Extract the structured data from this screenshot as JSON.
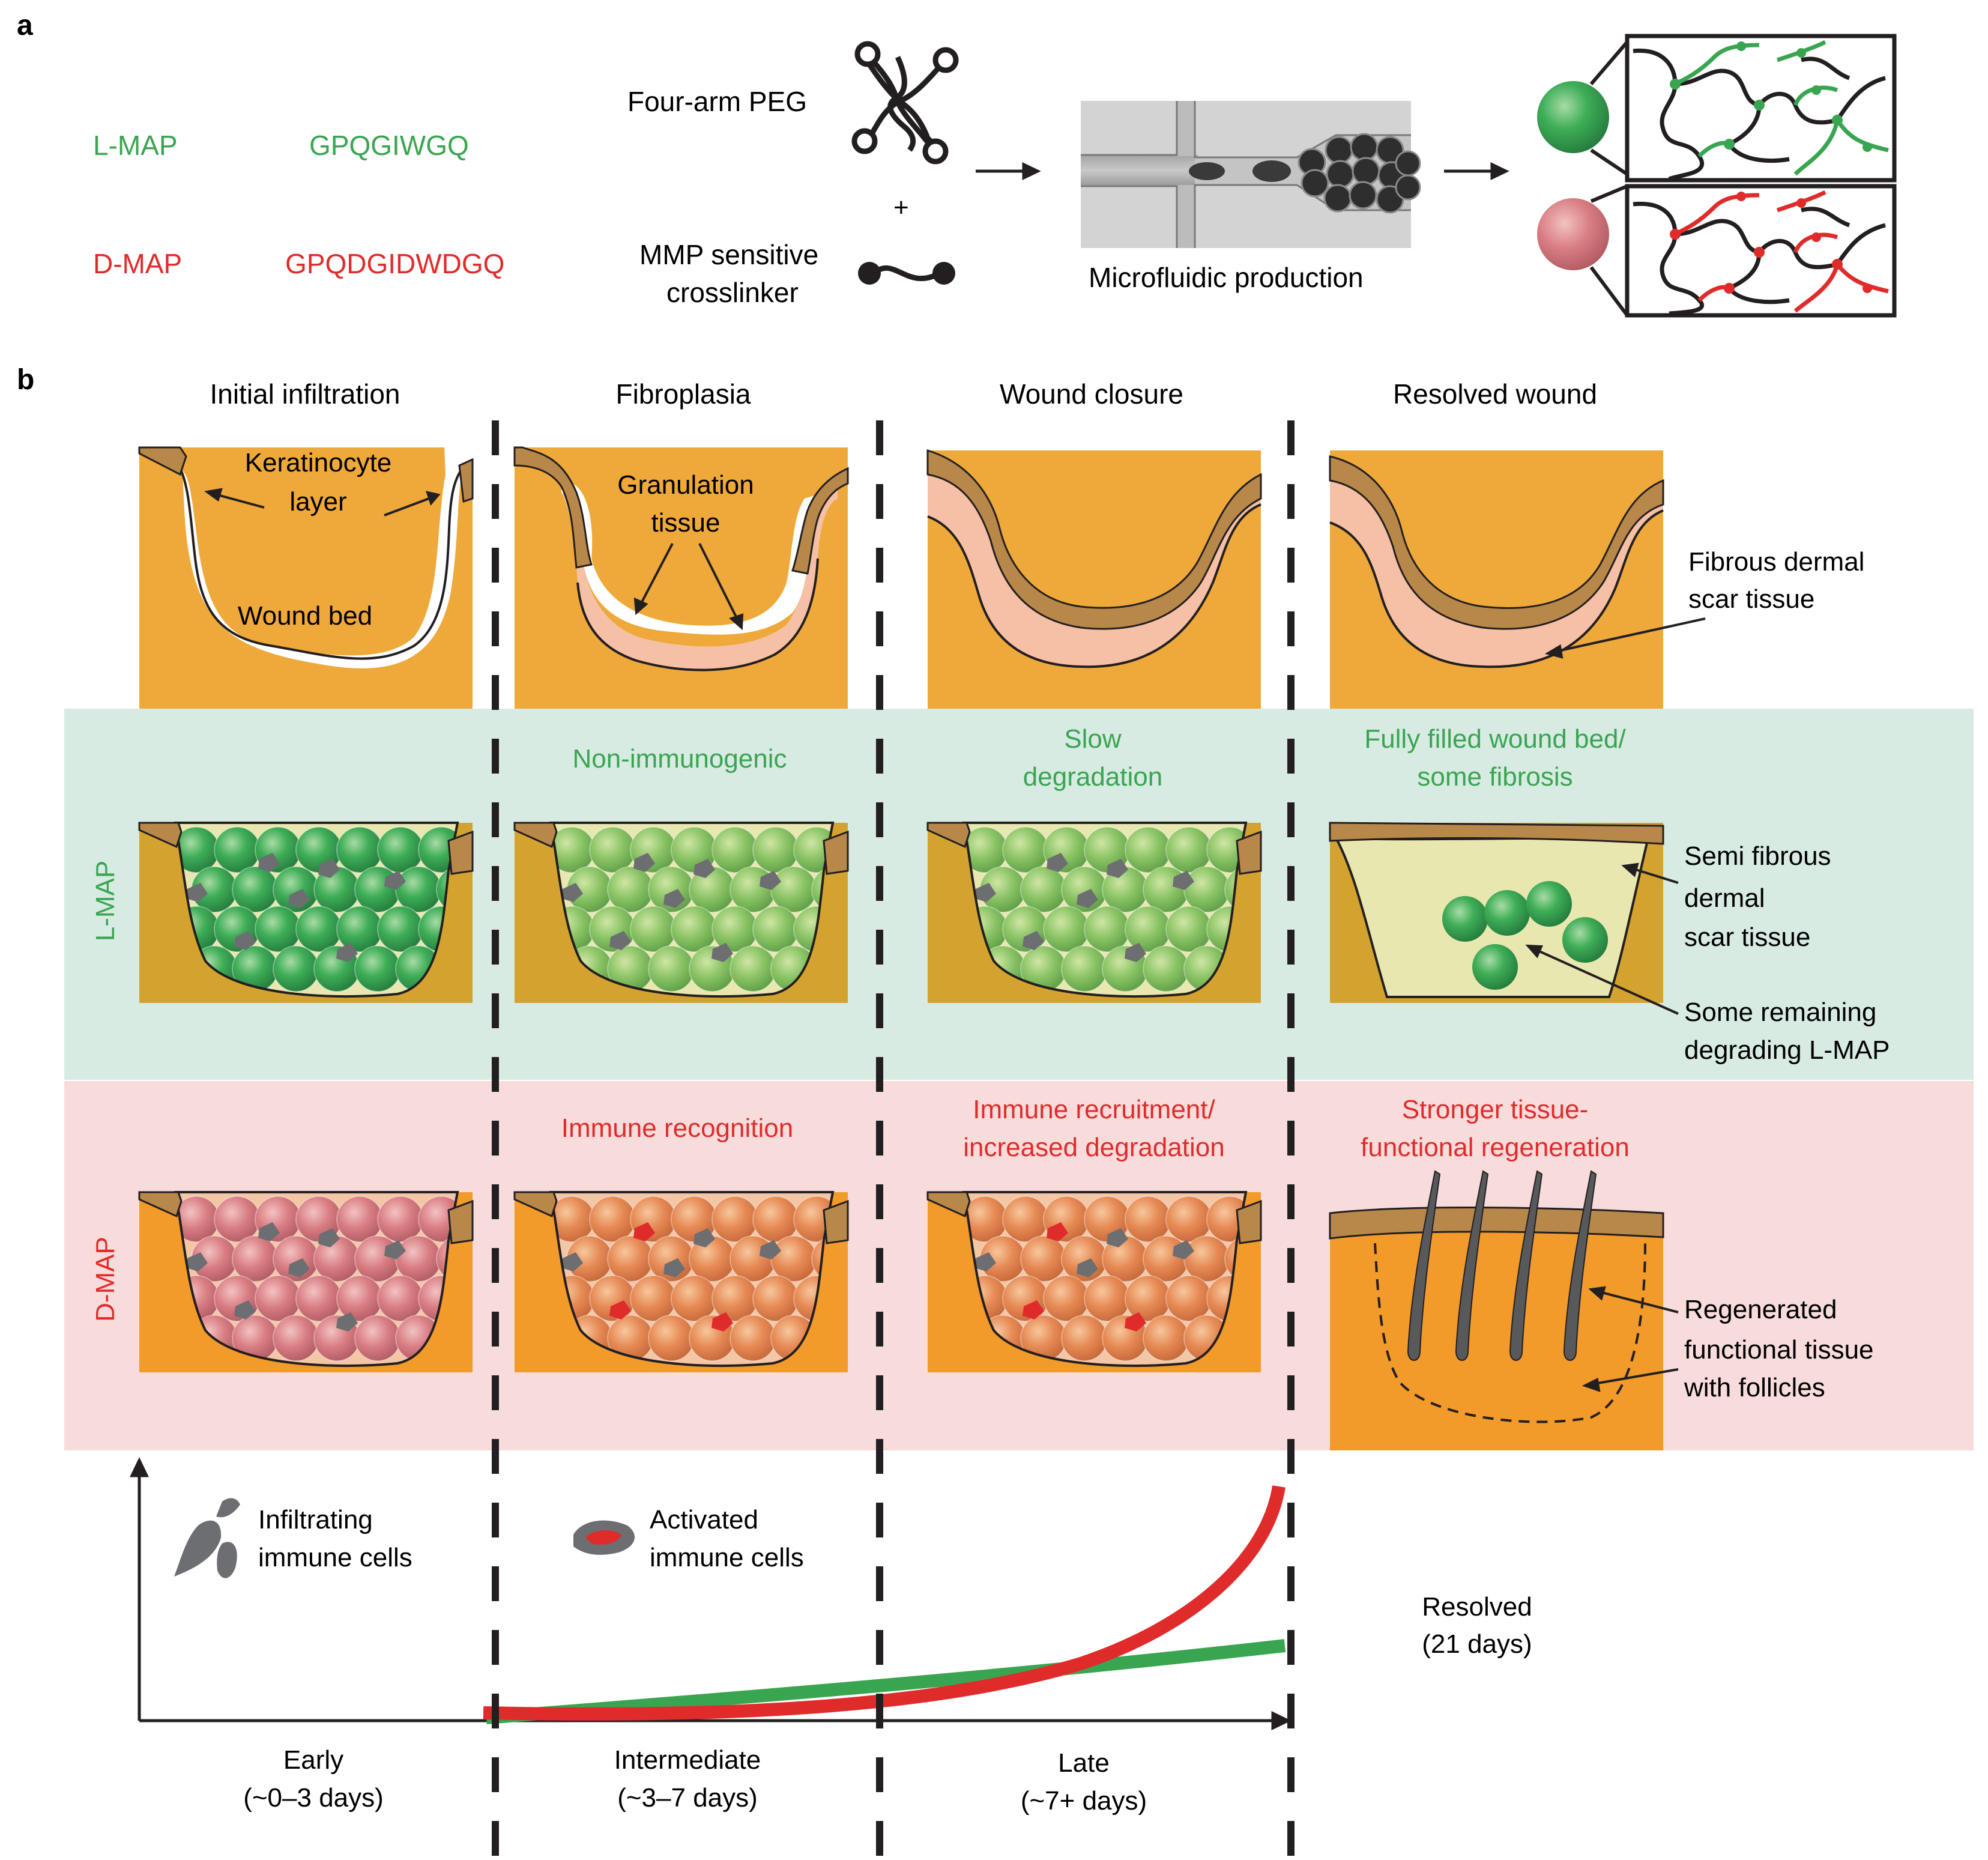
{
  "panel_a": {
    "label": "a",
    "lmap": {
      "name": "L-MAP",
      "sequence": "GPQGIWGQ"
    },
    "dmap": {
      "name": "D-MAP",
      "sequence": "GPQDGIDWDGQ"
    },
    "peg_label": "Four-arm PEG",
    "plus": "+",
    "crosslinker_label_1": "MMP sensitive",
    "crosslinker_label_2": "crosslinker",
    "microfluidic_label": "Microfluidic production"
  },
  "panel_b": {
    "label": "b",
    "stages": [
      "Initial infiltration",
      "Fibroplasia",
      "Wound closure",
      "Resolved wound"
    ],
    "row_labels": {
      "lmap": "L-MAP",
      "dmap": "D-MAP"
    },
    "top_row": {
      "keratinocyte_1": "Keratinocyte",
      "keratinocyte_2": "layer",
      "wound_bed": "Wound bed",
      "granulation_1": "Granulation",
      "granulation_2": "tissue",
      "fibrous_1": "Fibrous dermal",
      "fibrous_2": "scar tissue"
    },
    "lmap_row": {
      "non_immunogenic": "Non-immunogenic",
      "slow_1": "Slow",
      "slow_2": "degradation",
      "filled_1": "Fully filled wound bed/",
      "filled_2": "some fibrosis",
      "semi_1": "Semi fibrous",
      "semi_2": "dermal",
      "semi_3": "scar tissue",
      "remaining_1": "Some remaining",
      "remaining_2": "degrading L-MAP"
    },
    "dmap_row": {
      "immune_recognition": "Immune recognition",
      "recruit_1": "Immune recruitment/",
      "recruit_2": "increased degradation",
      "stronger_1": "Stronger tissue-",
      "stronger_2": "functional regeneration",
      "regen_1": "Regenerated",
      "regen_2": "functional tissue",
      "regen_3": "with follicles"
    },
    "legend": {
      "infiltrating_1": "Infiltrating",
      "infiltrating_2": "immune cells",
      "activated_1": "Activated",
      "activated_2": "immune cells"
    },
    "timeline": [
      {
        "name": "Early",
        "range": "(~0–3 days)"
      },
      {
        "name": "Intermediate",
        "range": "(~3–7 days)"
      },
      {
        "name": "Late",
        "range": "(~7+ days)"
      }
    ],
    "resolved_1": "Resolved",
    "resolved_2": "(21 days)"
  },
  "colors": {
    "green": "#3aa551",
    "red": "#e02b2b",
    "skin": "#efa93a",
    "kerat": "#b8884a",
    "lmap_bg": "#d7ebe3",
    "dmap_bg": "#f8dcdc"
  }
}
